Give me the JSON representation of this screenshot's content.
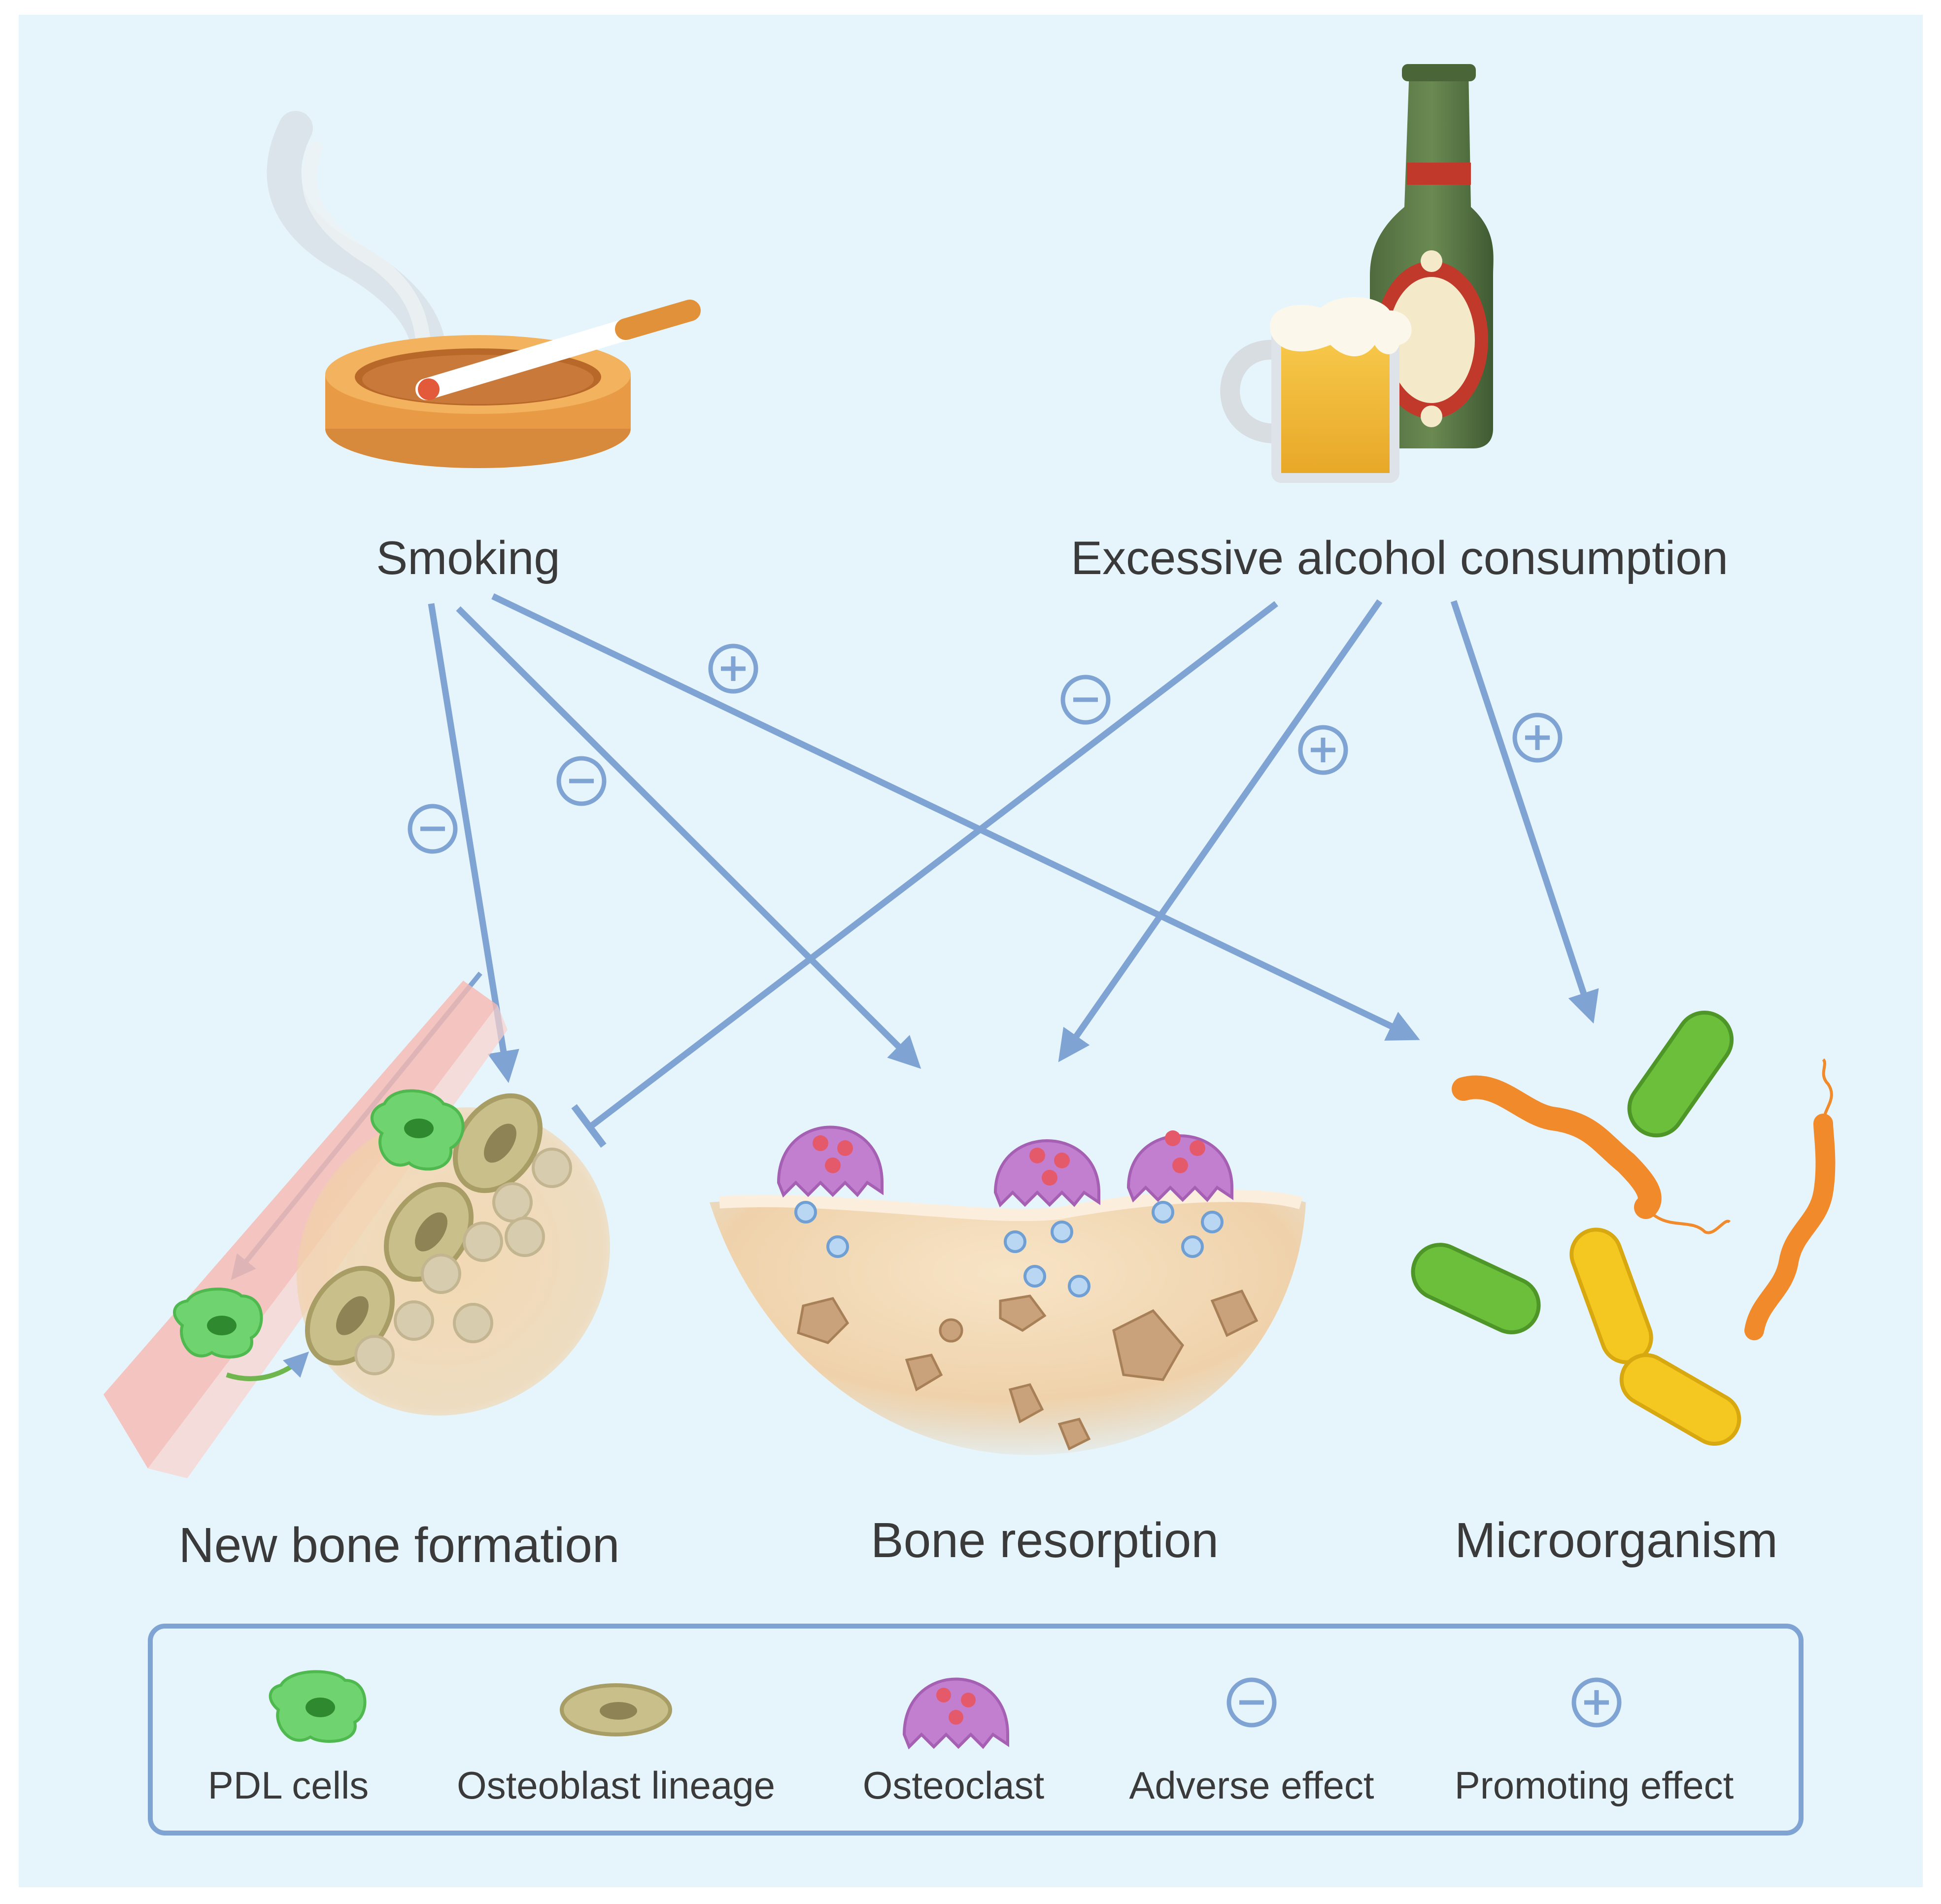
{
  "sources": {
    "smoking": "Smoking",
    "alcohol": "Excessive alcohol consumption"
  },
  "targets": {
    "formation": "New bone formation",
    "resorption": "Bone resorption",
    "microorganism": "Microorganism"
  },
  "legend": {
    "pdl": "PDL cells",
    "osteoblast": "Osteoblast lineage",
    "osteoclast": "Osteoclast",
    "adverse": "Adverse effect",
    "promoting": "Promoting effect"
  },
  "edges": [
    {
      "from": "Smoking",
      "to": "New bone formation",
      "effect": "adverse"
    },
    {
      "from": "Smoking",
      "to": "Bone resorption",
      "effect": "adverse"
    },
    {
      "from": "Smoking",
      "to": "Microorganism",
      "effect": "promoting"
    },
    {
      "from": "Excessive alcohol consumption",
      "to": "New bone formation",
      "effect": "adverse"
    },
    {
      "from": "Excessive alcohol consumption",
      "to": "Bone resorption",
      "effect": "promoting"
    },
    {
      "from": "Excessive alcohol consumption",
      "to": "Microorganism",
      "effect": "promoting"
    }
  ],
  "colors": {
    "background": "#e6f5fc",
    "arrow": "#7fa4d3",
    "pdl_cell": "#6fd46f",
    "osteoblast": "#c9bf8a",
    "osteoclast": "#c27fcf",
    "bone": "#f2d9b5",
    "bacteria_green": "#6cbf3a",
    "bacteria_orange": "#f08a2a",
    "bacteria_yellow": "#f4c820"
  }
}
